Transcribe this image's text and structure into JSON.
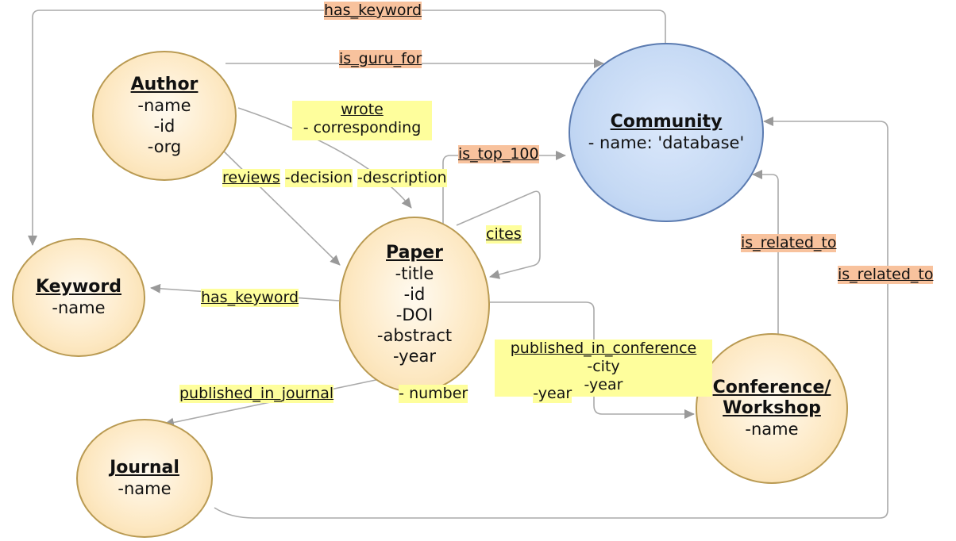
{
  "nodes": {
    "author": {
      "title": "Author",
      "attrs": [
        "-name",
        "-id",
        "-org"
      ]
    },
    "community": {
      "title": "Community",
      "attrs": [
        "- name: 'database'"
      ]
    },
    "keyword": {
      "title": "Keyword",
      "attrs": [
        "-name"
      ]
    },
    "paper": {
      "title": "Paper",
      "attrs": [
        "-title",
        "-id",
        "-DOI",
        "-abstract",
        "-year"
      ]
    },
    "journal": {
      "title": "Journal",
      "attrs": [
        "-name"
      ]
    },
    "conference": {
      "title_line1": "Conference/",
      "title_line2": "Workshop",
      "attrs": [
        "-name"
      ]
    }
  },
  "edges": {
    "has_keyword_top": "has_keyword",
    "is_guru_for": "is_guru_for",
    "wrote": {
      "name": "wrote",
      "attrs": [
        "- corresponding"
      ]
    },
    "is_top_100": "is_top_100",
    "reviews": {
      "name": "reviews",
      "attrs": [
        "-decision",
        "-description"
      ]
    },
    "cites": "cites",
    "has_keyword": "has_keyword",
    "is_related_to_1": "is_related_to",
    "is_related_to_2": "is_related_to",
    "published_in_conference": {
      "name": "published_in_conference",
      "attrs": [
        "-city",
        "-year"
      ]
    },
    "published_in_journal": {
      "name": "published_in_journal",
      "attrs": [
        "- number",
        "-year"
      ]
    }
  },
  "colors": {
    "entity_fill": "#fde8c2",
    "community_fill": "#c5d9f4",
    "label_yellow": "#fefe9c",
    "label_orange": "#f8c29d",
    "edge": "#aaaaaa"
  }
}
